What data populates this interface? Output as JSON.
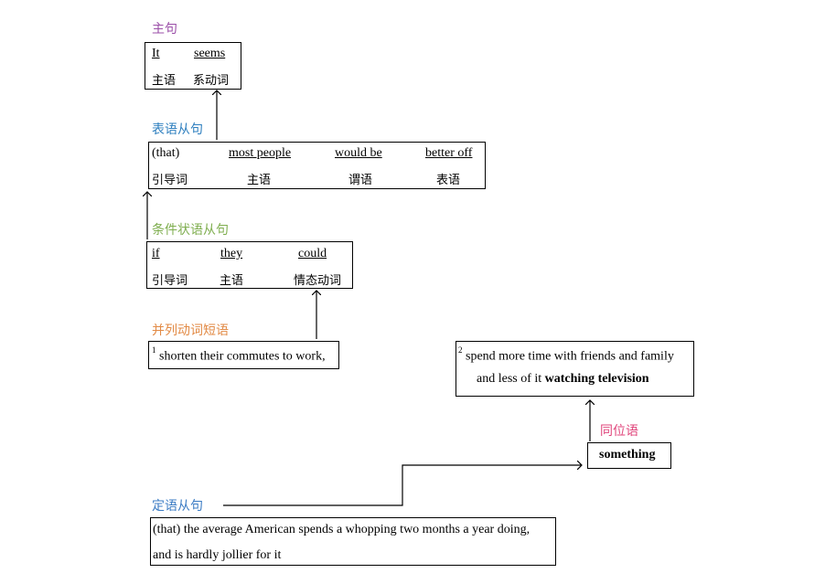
{
  "colors": {
    "main_clause": "#9b4fa8",
    "predicative_clause": "#2e7fbf",
    "conditional_clause": "#7fae4f",
    "coordinate_phrase": "#e28a45",
    "appositive": "#e0457b",
    "attributive_clause": "#3c7cc4"
  },
  "main_clause": {
    "label": "主句",
    "words": [
      "It",
      "seems"
    ],
    "roles": [
      "主语",
      "系动词"
    ]
  },
  "predicative_clause": {
    "label": "表语从句",
    "words": [
      "(that)",
      "most people",
      "would be",
      "better off"
    ],
    "roles": [
      "引导词",
      "主语",
      "谓语",
      "表语"
    ]
  },
  "conditional_clause": {
    "label": "条件状语从句",
    "words": [
      "if",
      "they",
      "could"
    ],
    "roles": [
      "引导词",
      "主语",
      "情态动词"
    ]
  },
  "coordinate_phrases": {
    "label": "并列动词短语",
    "phrase1_num": "1",
    "phrase1_text": "shorten their commutes to work,",
    "phrase2_num": "2",
    "phrase2_line1": "spend more time with friends and family",
    "phrase2_line2_prefix": "and less of it ",
    "phrase2_line2_bold": "watching television"
  },
  "appositive": {
    "label": "同位语",
    "word": "something"
  },
  "attributive_clause": {
    "label": "定语从句",
    "line1": "(that) the average American spends a whopping two months a year doing,",
    "line2": "and is hardly jollier for it"
  }
}
